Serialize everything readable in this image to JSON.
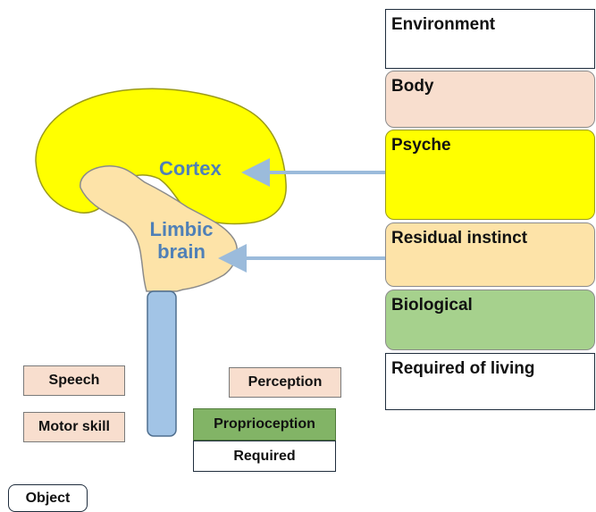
{
  "stack": {
    "environment": "Environment",
    "body": "Body",
    "psyche": "Psyche",
    "residual_instinct": "Residual instinct",
    "biological": "Biological",
    "required_of_living": "Required of living"
  },
  "brain": {
    "cortex": "Cortex",
    "limbic": "Limbic brain"
  },
  "boxes": {
    "speech": "Speech",
    "motor_skill": "Motor skill",
    "perception": "Perception",
    "proprioception": "Proprioception",
    "required": "Required",
    "object": "Object"
  },
  "colors": {
    "cortex_fill": "#ffff00",
    "limbic_fill": "#fde3a8",
    "spinal_cord": "#a2c4e6",
    "arrow": "#9bbbdb",
    "label_blue": "#4f80b7",
    "body_box": "#f8dece",
    "biological_box": "#a6d18d",
    "proprioception_box": "#82b466"
  }
}
